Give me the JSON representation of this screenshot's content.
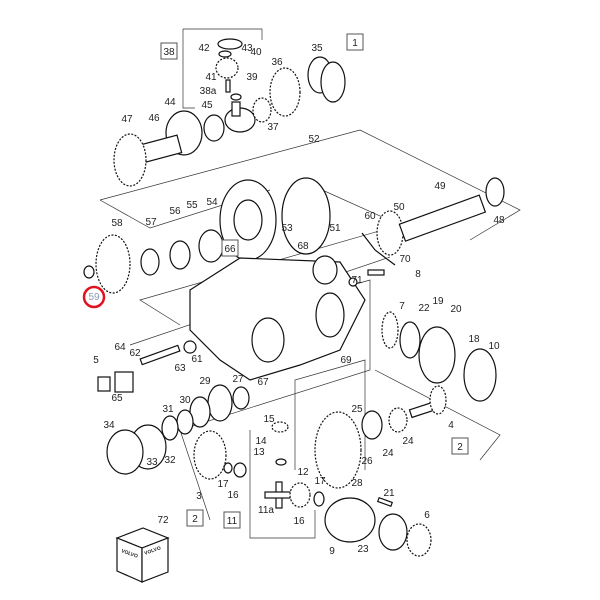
{
  "diagram": {
    "type": "exploded-parts-diagram",
    "highlighted_callout": "59",
    "highlight_color": "#e0141e",
    "callouts": [
      "43",
      "42",
      "40",
      "36",
      "35",
      "41",
      "39",
      "38a",
      "44",
      "45",
      "47",
      "46",
      "37",
      "52",
      "49",
      "55",
      "54",
      "56",
      "58",
      "57",
      "53",
      "60",
      "50",
      "48",
      "51",
      "68",
      "70",
      "71",
      "8",
      "7",
      "22",
      "19",
      "20",
      "18",
      "10",
      "64",
      "62",
      "5",
      "61",
      "63",
      "69",
      "65",
      "67",
      "29",
      "27",
      "30",
      "31",
      "25",
      "34",
      "4",
      "15",
      "14",
      "24",
      "13",
      "24",
      "26",
      "33",
      "32",
      "12",
      "28",
      "17",
      "17",
      "16",
      "3",
      "21",
      "6",
      "11a",
      "16",
      "72",
      "9",
      "23"
    ],
    "group_boxes": [
      "1",
      "38",
      "66",
      "2",
      "2",
      "11"
    ],
    "highlight_label": "59",
    "kit_logo_text": "VOLVO"
  }
}
